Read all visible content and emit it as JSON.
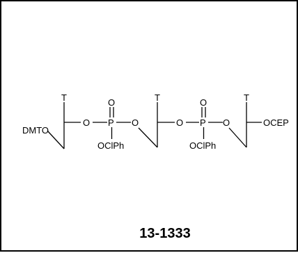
{
  "structure": {
    "dmto": "DMTO",
    "base": "T",
    "oxygen": "O",
    "phosphorus": "P",
    "protecting_group": "OClPh",
    "terminal_group": "OCEP"
  },
  "catalog_number": "13-1333",
  "colors": {
    "ink": "#000000",
    "background": "#ffffff"
  }
}
